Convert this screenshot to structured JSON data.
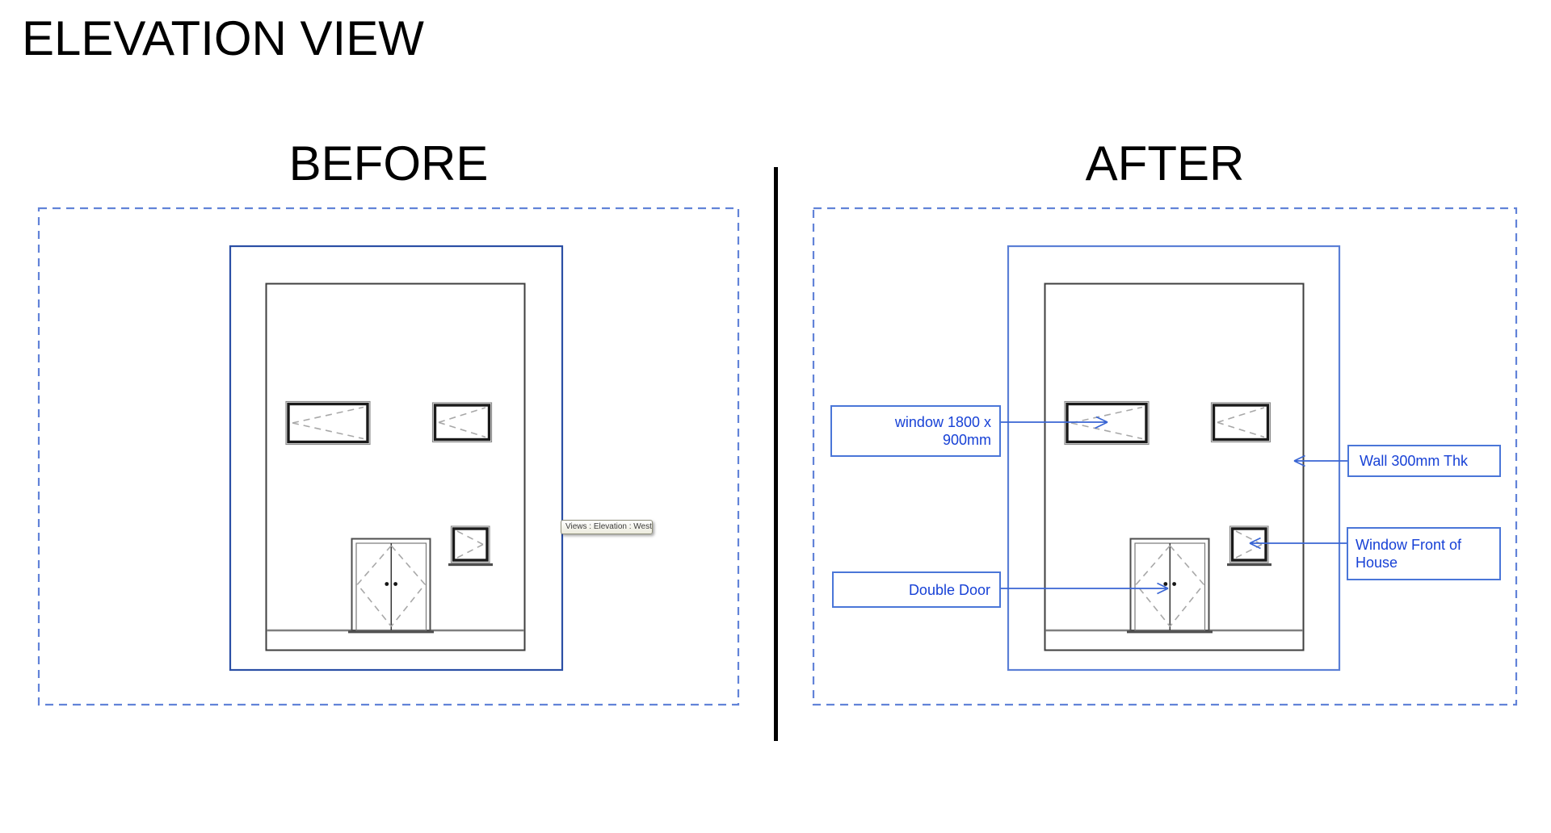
{
  "title": "ELEVATION VIEW",
  "before": {
    "heading": "BEFORE",
    "tooltip": "Views : Elevation : West"
  },
  "after": {
    "heading": "AFTER",
    "labels": {
      "window": "window 1800 x\n900mm",
      "wall": "Wall 300mm Thk",
      "window_front": "Window Front of\nHouse",
      "door": "Double Door"
    }
  },
  "colors": {
    "panel-dash": "#6283d8",
    "select-before": "#2b4fa5",
    "select-after": "#5b7fd6",
    "label-border": "#4a76d8",
    "label-text": "#1741d6",
    "leader": "#3a66d4",
    "drawing-line": "#3f3f3f",
    "frame-dark": "#1a1a1a",
    "dash-gray": "#a8a8a8"
  }
}
